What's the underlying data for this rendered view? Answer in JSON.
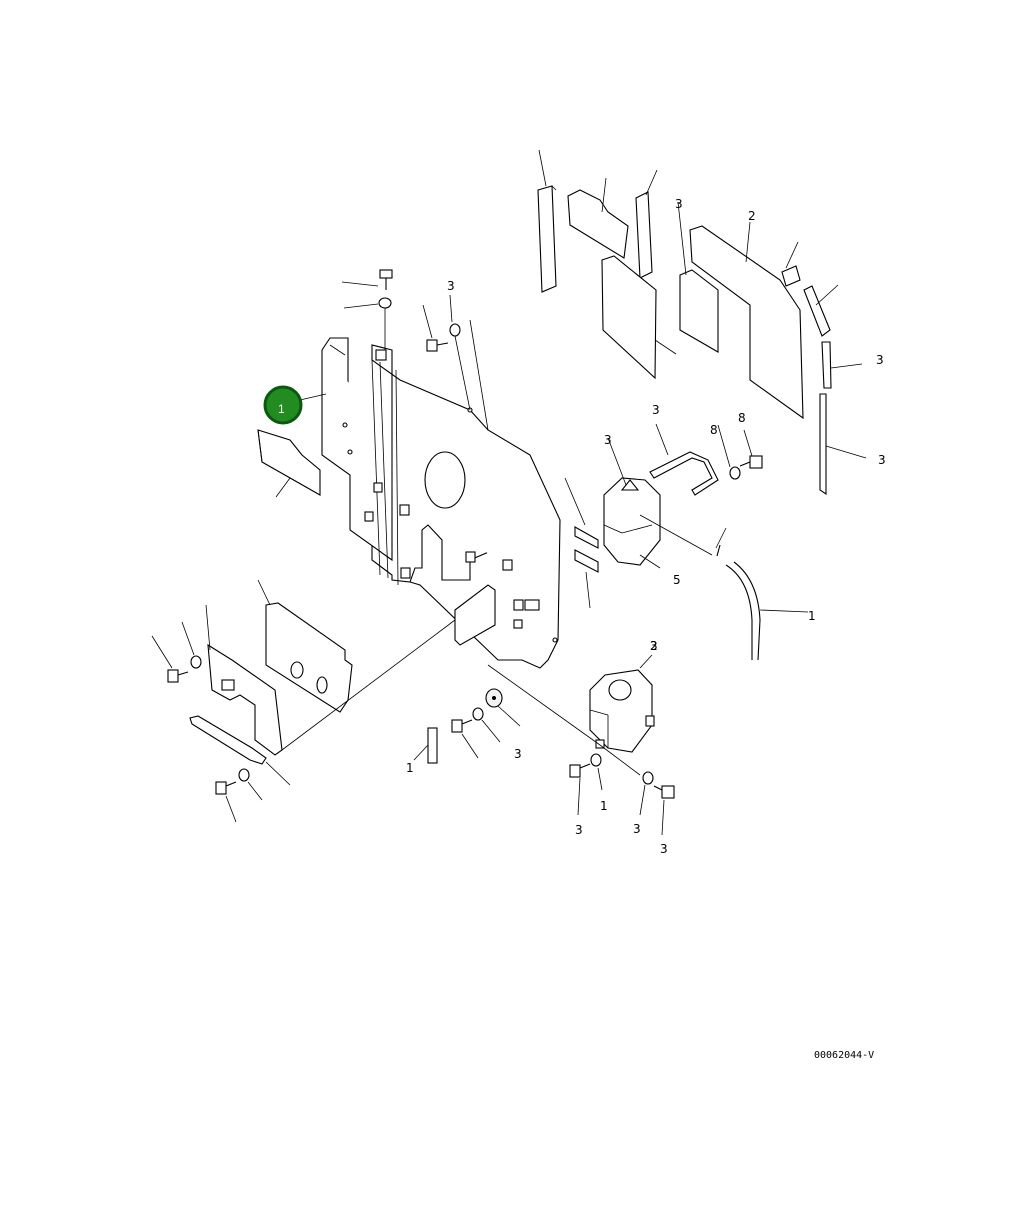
{
  "diagram": {
    "highlight_badge": {
      "label": "1",
      "fill": "#228b22",
      "ring": "#0b5a0b"
    },
    "callout_labels": [
      "3",
      "2",
      "3",
      "3",
      "3",
      "8",
      "8",
      "3",
      "3",
      "5",
      "1",
      "3",
      "1",
      "3",
      "2",
      "3",
      "3",
      "1",
      "3"
    ],
    "drawing_code": "00062044-V"
  }
}
